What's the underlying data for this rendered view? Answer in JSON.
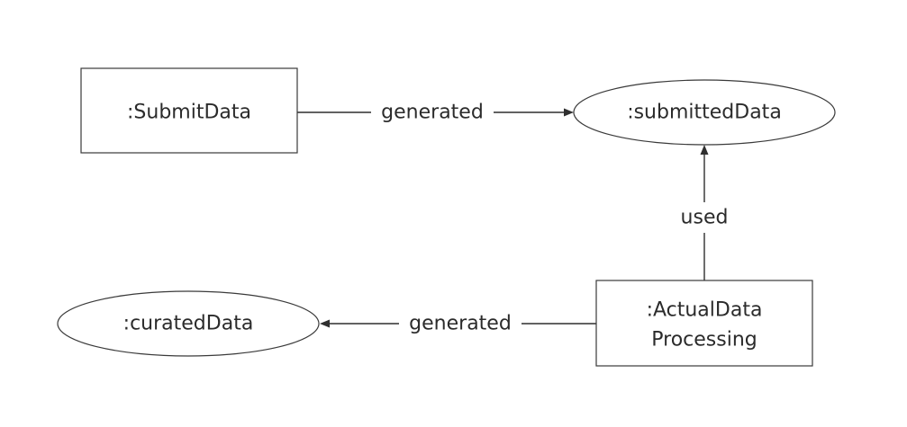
{
  "diagram": {
    "nodes": {
      "submit_data": {
        "label": ":SubmitData",
        "shape": "rectangle"
      },
      "submitted_data": {
        "label": ":submittedData",
        "shape": "ellipse"
      },
      "curated_data": {
        "label": ":curatedData",
        "shape": "ellipse"
      },
      "actual_data_processing": {
        "label_line1": ":ActualData",
        "label_line2": "Processing",
        "shape": "rectangle"
      }
    },
    "edges": {
      "submit_generated": {
        "label": "generated",
        "from": "submit_data",
        "to": "submitted_data"
      },
      "processing_used": {
        "label": "used",
        "from": "actual_data_processing",
        "to": "submitted_data"
      },
      "processing_generated": {
        "label": "generated",
        "from": "actual_data_processing",
        "to": "curated_data"
      }
    },
    "colors": {
      "stroke": "#3a3a3a",
      "text": "#2b2b2b",
      "background": "#ffffff"
    }
  }
}
